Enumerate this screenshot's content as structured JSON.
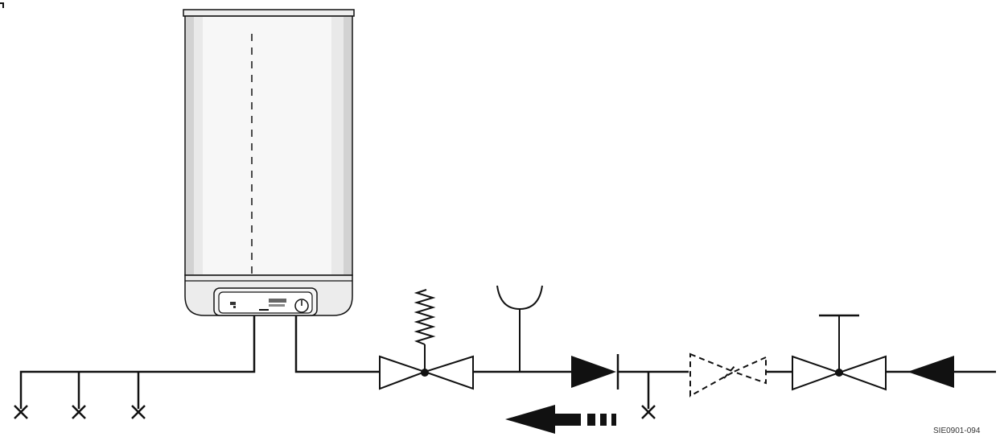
{
  "figure": {
    "reference_code": "SIE0901-094"
  },
  "colors": {
    "line": "#111111",
    "tank_body": "#e9e9e9",
    "tank_highlight": "#f7f7f7",
    "tank_shade": "#d2d2d2"
  },
  "components": [
    "water-heater-tank",
    "control-panel",
    "hot-water-outlet-pipe",
    "cold-water-inlet-pipe",
    "hot-water-taps",
    "safety-valve",
    "drain-funnel",
    "check-valve",
    "drain-tap",
    "pressure-reducer-optional",
    "shut-off-valve",
    "inlet-non-return-arrow",
    "flow-direction-arrow"
  ]
}
